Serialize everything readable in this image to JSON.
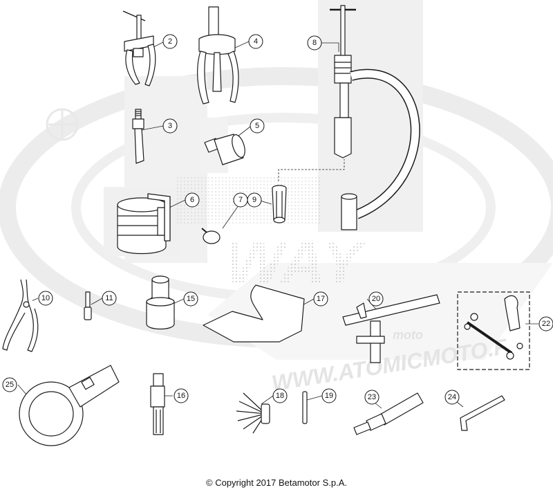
{
  "watermark": {
    "big_letters": "WAY",
    "site": "WWW.ATOMICMOTO.F",
    "logo_text": "moto"
  },
  "callouts": [
    {
      "id": "2",
      "label": "2"
    },
    {
      "id": "3",
      "label": "3"
    },
    {
      "id": "4",
      "label": "4"
    },
    {
      "id": "5",
      "label": "5"
    },
    {
      "id": "6",
      "label": "6"
    },
    {
      "id": "7",
      "label": "7"
    },
    {
      "id": "8",
      "label": "8"
    },
    {
      "id": "9",
      "label": "9"
    },
    {
      "id": "10",
      "label": "10"
    },
    {
      "id": "11",
      "label": "11"
    },
    {
      "id": "15",
      "label": "15"
    },
    {
      "id": "16",
      "label": "16"
    },
    {
      "id": "17",
      "label": "17"
    },
    {
      "id": "18",
      "label": "18"
    },
    {
      "id": "19",
      "label": "19"
    },
    {
      "id": "20",
      "label": "20"
    },
    {
      "id": "22",
      "label": "22"
    },
    {
      "id": "23",
      "label": "23"
    },
    {
      "id": "24",
      "label": "24"
    },
    {
      "id": "25",
      "label": "25"
    }
  ],
  "copyright": "© Copyright 2017 Betamotor S.p.A."
}
